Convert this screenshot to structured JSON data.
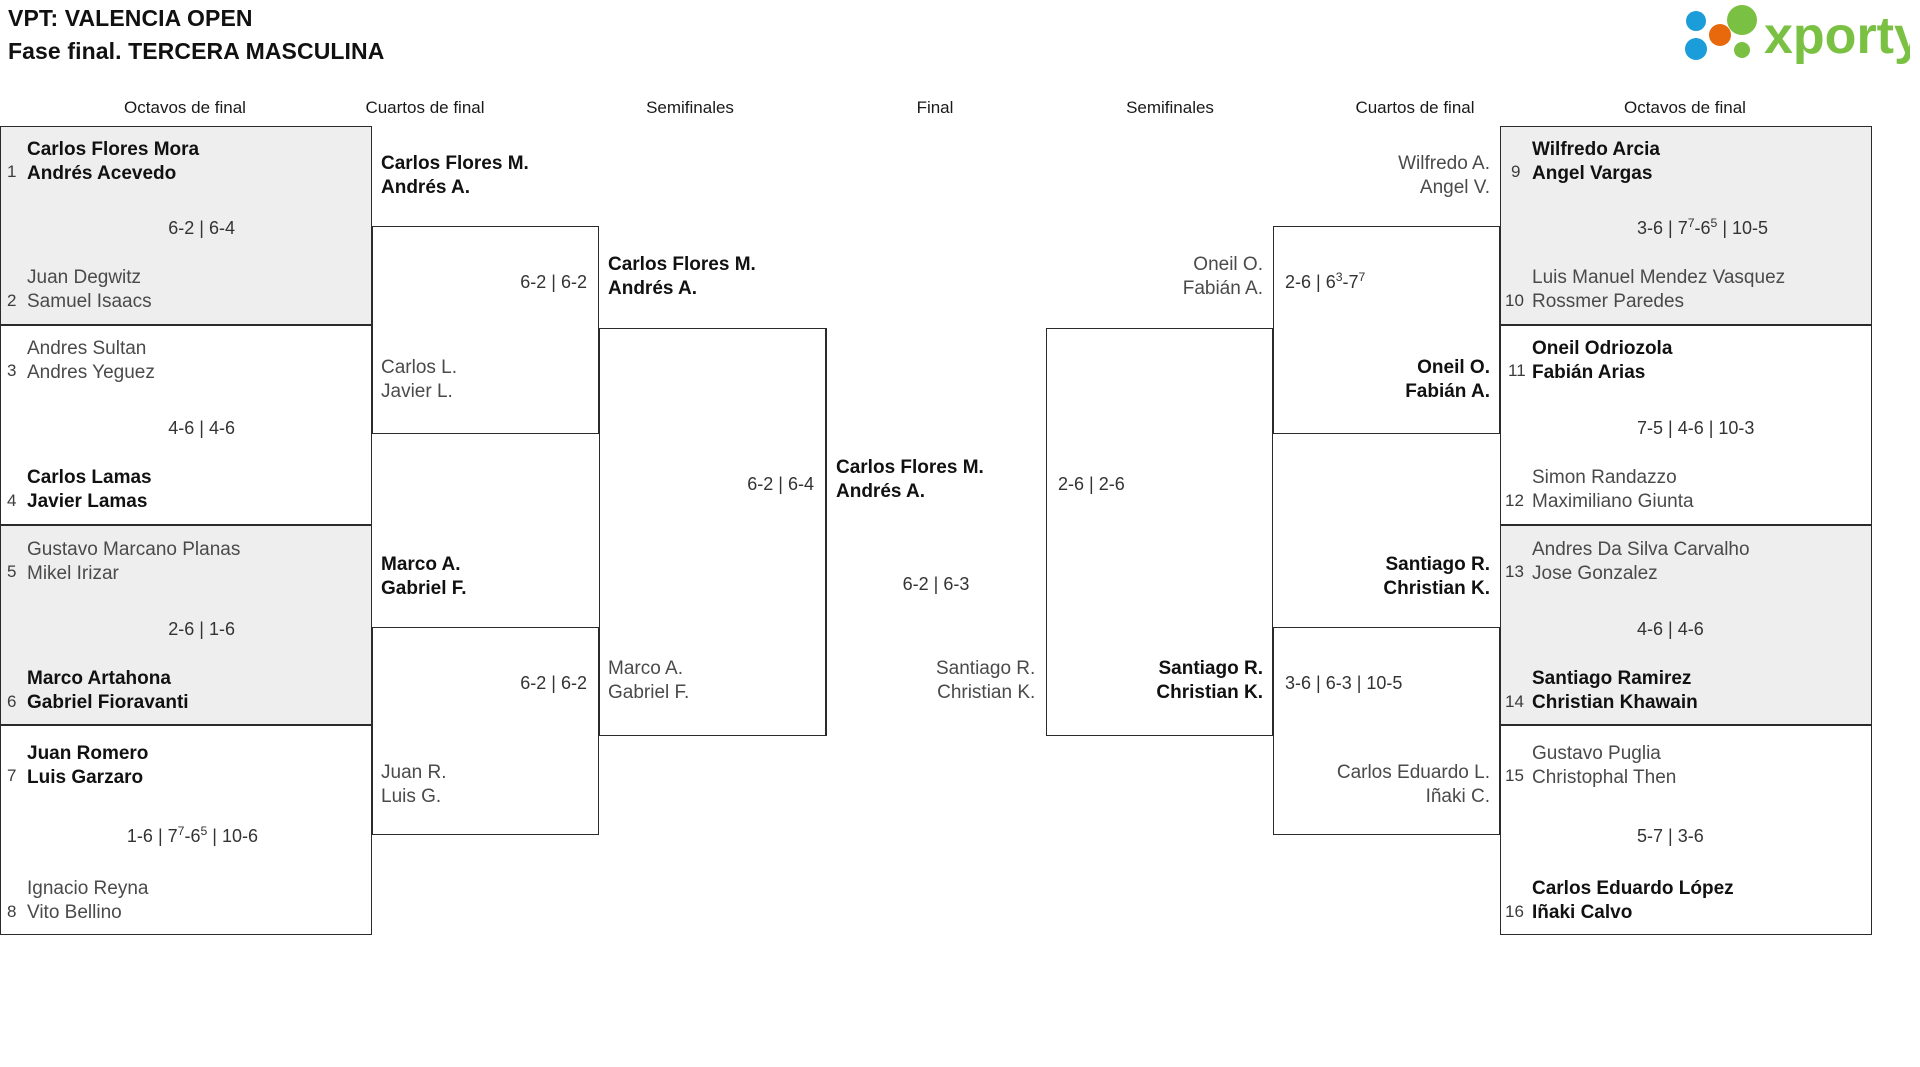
{
  "header": {
    "title_line1": "VPT: VALENCIA OPEN",
    "title_line2": "Fase final. TERCERA MASCULINA",
    "logo_text": "xporty",
    "logo_colors": {
      "green": "#7ac143",
      "blue": "#1b9dd9",
      "orange": "#e8690b"
    }
  },
  "round_labels": {
    "l_r16": "Octavos de final",
    "l_qf": "Cuartos de final",
    "l_sf": "Semifinales",
    "final": "Final",
    "r_sf": "Semifinales",
    "r_qf": "Cuartos de final",
    "r_r16": "Octavos de final"
  },
  "left_r16": [
    {
      "seed_top": "1",
      "seed_bottom": "2",
      "top": {
        "n1": "Carlos Flores Mora",
        "n2": "Andrés Acevedo",
        "state": "winner"
      },
      "bottom": {
        "n1": "Juan Degwitz",
        "n2": "Samuel Isaacs",
        "state": "loser"
      },
      "score": "6-2 | 6-4",
      "shaded": true
    },
    {
      "seed_top": "3",
      "seed_bottom": "4",
      "top": {
        "n1": "Andres Sultan",
        "n2": "Andres Yeguez",
        "state": "loser"
      },
      "bottom": {
        "n1": "Carlos Lamas",
        "n2": "Javier Lamas",
        "state": "winner"
      },
      "score": "4-6 | 4-6",
      "shaded": false
    },
    {
      "seed_top": "5",
      "seed_bottom": "6",
      "top": {
        "n1": "Gustavo Marcano Planas",
        "n2": "Mikel Irizar",
        "state": "loser"
      },
      "bottom": {
        "n1": "Marco Artahona",
        "n2": "Gabriel Fioravanti",
        "state": "winner"
      },
      "score": "2-6 | 1-6",
      "shaded": true
    },
    {
      "seed_top": "7",
      "seed_bottom": "8",
      "top": {
        "n1": "Juan Romero",
        "n2": "Luis Garzaro",
        "state": "winner"
      },
      "bottom": {
        "n1": "Ignacio Reyna",
        "n2": "Vito Bellino",
        "state": "loser"
      },
      "score": "1-6 | 7{7}-6{5} | 10-6",
      "shaded": false
    }
  ],
  "left_qf": [
    {
      "top": {
        "n1": "Carlos Flores M.",
        "n2": "Andrés A.",
        "state": "winner"
      },
      "bottom": {
        "n1": "Carlos L.",
        "n2": "Javier L.",
        "state": "loser"
      },
      "score": "6-2 | 6-2"
    },
    {
      "top": {
        "n1": "Marco A.",
        "n2": "Gabriel F.",
        "state": "winner"
      },
      "bottom": {
        "n1": "Juan R.",
        "n2": "Luis G.",
        "state": "loser"
      },
      "score": "6-2 | 6-2"
    }
  ],
  "left_sf": {
    "top": {
      "n1": "Carlos Flores M.",
      "n2": "Andrés A.",
      "state": "winner"
    },
    "bottom": {
      "n1": "Marco A.",
      "n2": "Gabriel F.",
      "state": "loser"
    },
    "score": "6-2 | 6-4"
  },
  "final": {
    "top": {
      "n1": "Carlos Flores M.",
      "n2": "Andrés A.",
      "state": "winner"
    },
    "bottom": {
      "n1": "Santiago R.",
      "n2": "Christian K.",
      "state": "loser"
    },
    "score": "6-2 | 6-3"
  },
  "right_sf": {
    "top": {
      "n1": "Oneil O.",
      "n2": "Fabián A.",
      "state": "loser"
    },
    "bottom": {
      "n1": "Santiago R.",
      "n2": "Christian K.",
      "state": "winner"
    },
    "score": "2-6 | 2-6"
  },
  "right_qf": [
    {
      "top": {
        "n1": "Wilfredo A.",
        "n2": "Angel V.",
        "state": "loser"
      },
      "bottom": {
        "n1": "Oneil O.",
        "n2": "Fabián A.",
        "state": "winner"
      },
      "score": "2-6 | 6{3}-7{7}"
    },
    {
      "top": {
        "n1": "Santiago R.",
        "n2": "Christian K.",
        "state": "winner"
      },
      "bottom": {
        "n1": "Carlos Eduardo L.",
        "n2": "Iñaki C.",
        "state": "loser"
      },
      "score": "3-6 | 6-3 | 10-5"
    }
  ],
  "right_r16": [
    {
      "seed_top": "9",
      "seed_bottom": "10",
      "top": {
        "n1": "Wilfredo Arcia",
        "n2": "Angel Vargas",
        "state": "winner"
      },
      "bottom": {
        "n1": "Luis Manuel Mendez Vasquez",
        "n2": "Rossmer Paredes",
        "state": "loser"
      },
      "score": "3-6 | 7{7}-6{5} | 10-5",
      "shaded": true
    },
    {
      "seed_top": "11",
      "seed_bottom": "12",
      "top": {
        "n1": "Oneil Odriozola",
        "n2": "Fabián Arias",
        "state": "winner"
      },
      "bottom": {
        "n1": "Simon Randazzo",
        "n2": "Maximiliano Giunta",
        "state": "loser"
      },
      "score": "7-5 | 4-6 | 10-3",
      "shaded": false
    },
    {
      "seed_top": "13",
      "seed_bottom": "14",
      "top": {
        "n1": "Andres Da Silva Carvalho",
        "n2": "Jose Gonzalez",
        "state": "loser"
      },
      "bottom": {
        "n1": "Santiago Ramirez",
        "n2": "Christian Khawain",
        "state": "winner"
      },
      "score": "4-6 | 4-6",
      "shaded": true
    },
    {
      "seed_top": "15",
      "seed_bottom": "16",
      "top": {
        "n1": "Gustavo Puglia",
        "n2": "Christophal Then",
        "state": "loser"
      },
      "bottom": {
        "n1": "Carlos Eduardo López",
        "n2": "Iñaki Calvo",
        "state": "winner"
      },
      "score": "5-7 | 3-6",
      "shaded": false
    }
  ]
}
